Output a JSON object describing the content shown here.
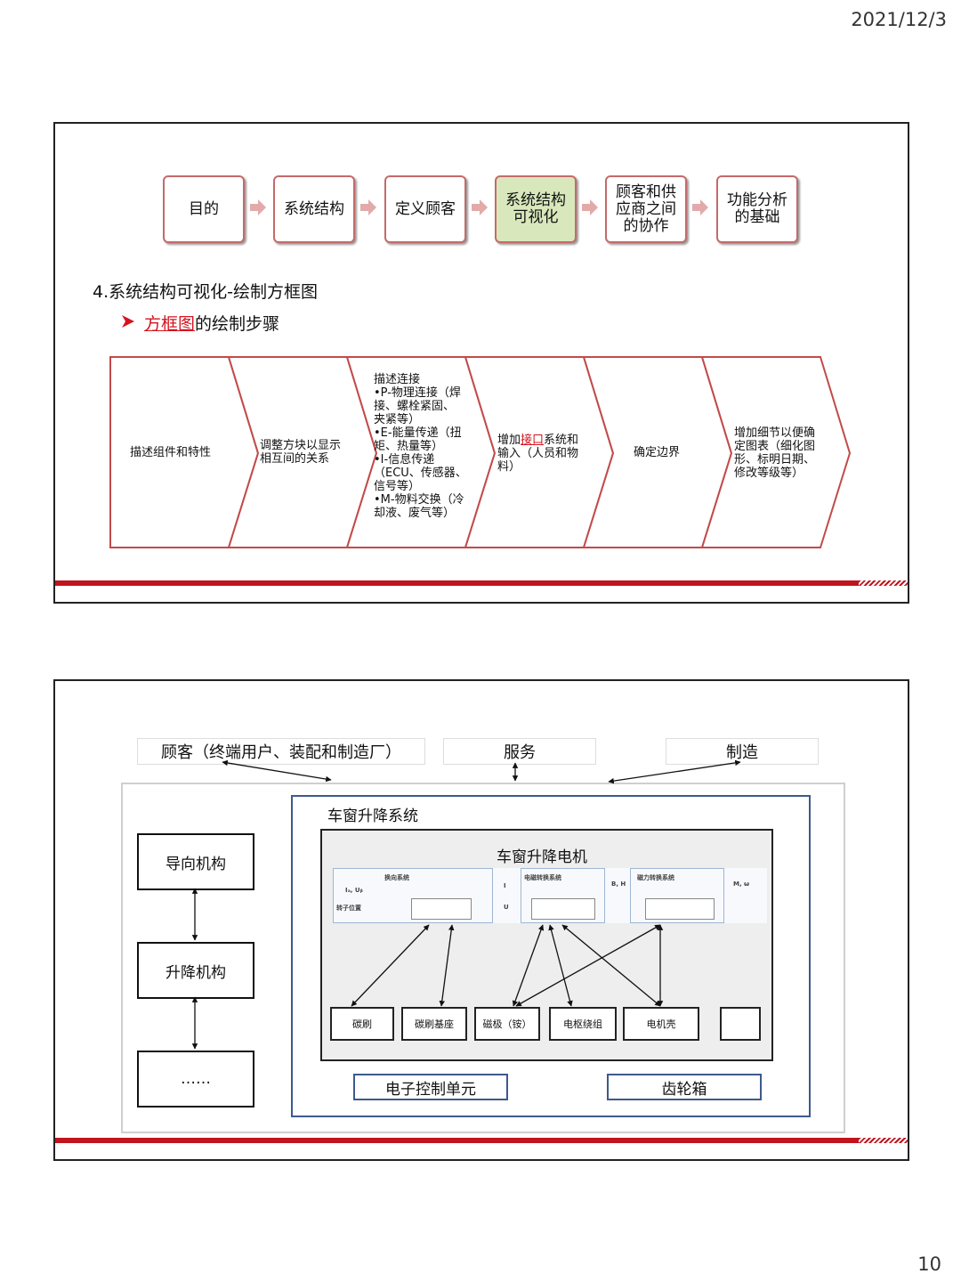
{
  "page": {
    "date": "2021/12/3",
    "page_number": "10"
  },
  "slide1": {
    "process_steps": [
      "目的",
      "系统结构",
      "定义顾客",
      "系统结构\n可视化",
      "顾客和供\n应商之间\n的协作",
      "功能分析\n的基础"
    ],
    "highlight_index": 3,
    "heading": "4.系统结构可视化-绘制方框图",
    "subheading_link": "方框图",
    "subheading_rest": "的绘制步骤",
    "chevrons": {
      "c1": "描述组件和特性",
      "c2": "调整方块以显示\n相互间的关系",
      "c3": "描述连接\n•P-物理连接（焊\n  接、螺栓紧固、\n  夹紧等）\n•E-能量传递（扭\n  矩、热量等）\n•I-信息传递\n  （ECU、传感器、\n  信号等）\n•M-物料交换（冷\n  却液、废气等）",
      "c4_pre": "增加",
      "c4_link": "接口",
      "c4_post": "系统和\n输入（人员和物\n         料）",
      "c5": "确定边界",
      "c6": "增加细节以便确\n定图表（细化图\n形、标明日期、\n  修改等级等）"
    }
  },
  "slide2": {
    "top_labels": {
      "customer": "顾客（终端用户、装配和制造厂）",
      "service": "服务",
      "manufacturing": "制造"
    },
    "left_boxes": [
      "导向机构",
      "升降机构",
      "……"
    ],
    "system_title": "车窗升降系统",
    "motor_title": "车窗升降电机",
    "diagram_labels": {
      "commutation": "换向系统",
      "em_conversion": "电磁转换系统",
      "force_conversion": "磁力转换系统",
      "rotor_position": "转子位置",
      "ia_ub": "Iₐ, Uᵦ",
      "i": "I",
      "u": "U",
      "bh": "B, H",
      "mw": "M, ω"
    },
    "components": [
      "碳刷",
      "碳刷基座",
      "磁极（铵）",
      "电枢绕组",
      "电机壳",
      ""
    ],
    "bottom_boxes": [
      "电子控制单元",
      "齿轮箱"
    ]
  }
}
